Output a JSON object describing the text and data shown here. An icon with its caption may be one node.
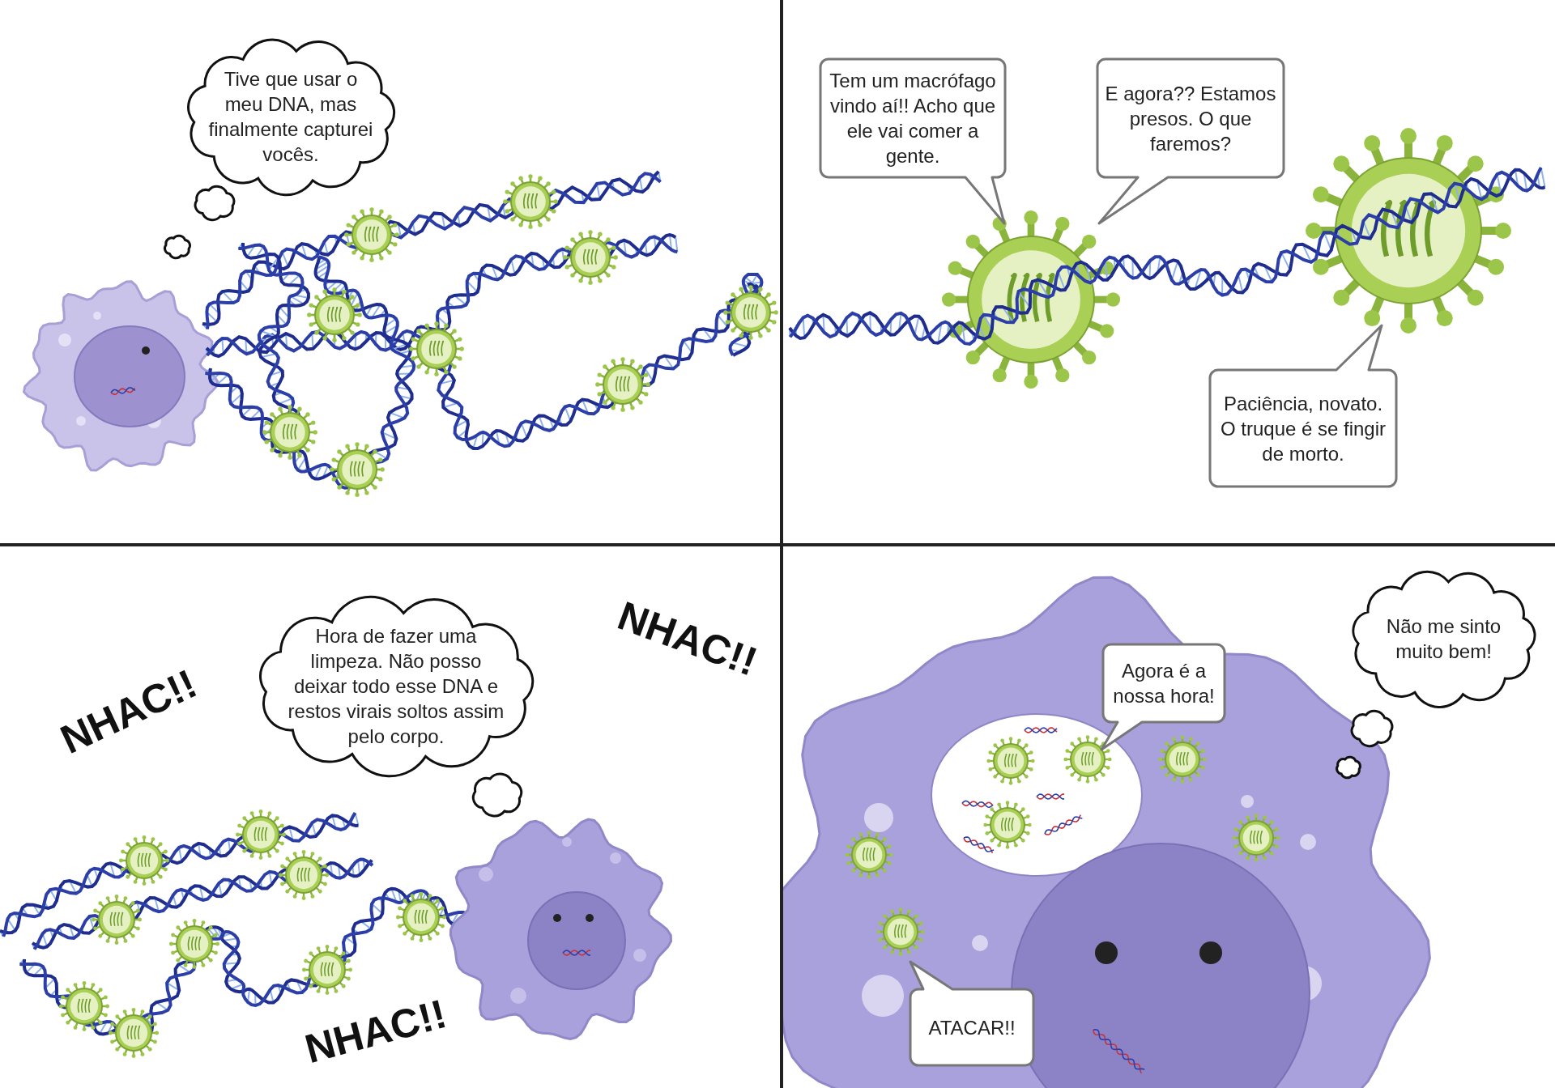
{
  "diagram": {
    "nodes": [
      {
        "text": [
          "Tive que usar o meu DNA, mas finalmente capturei vocês."
        ]
      },
      {
        "text": [
          "Tem um macrófago vindo aí!! Acho que ele vai comer a gente."
        ]
      },
      {
        "text": [
          "E agora?? Estamos presos. O que faremos?"
        ]
      },
      {
        "text": [
          "Paciência, novato. O truque é se fingir de morto."
        ]
      },
      {
        "text": [
          "Hora de fazer uma limpeza. Não posso deixar todo esse DNA e restos virais soltos assim pelo corpo."
        ]
      },
      {
        "text": [
          "Não me sinto muito bem!"
        ]
      },
      {
        "text": [
          "Agora é a nossa hora!"
        ]
      },
      {
        "text": [
          "ATACAR!!"
        ]
      }
    ],
    "labels": [
      "NHAC!!",
      "NHAC!!",
      "NHAC!!"
    ]
  }
}
